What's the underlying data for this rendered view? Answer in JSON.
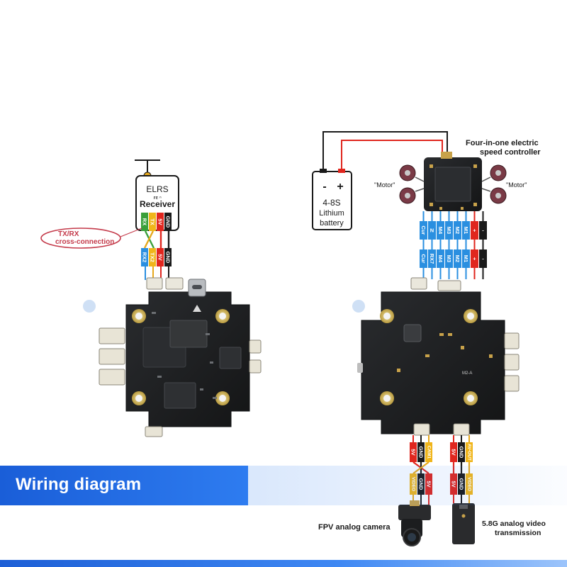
{
  "banner": {
    "title": "Wiring diagram"
  },
  "receiver": {
    "line1": "ELRS",
    "line2": "Receiver",
    "pins": [
      "RX",
      "TX",
      "5V",
      "GND"
    ],
    "fc_pins": [
      "RX2",
      "TX2",
      "5V",
      "GND"
    ]
  },
  "note": {
    "line1": "TX/RX",
    "line2": "cross-connection"
  },
  "battery": {
    "minus": "-",
    "plus": "+",
    "line1": "4-8S",
    "line2": "Lithium",
    "line3": "battery"
  },
  "esc": {
    "line1": "Four-in-one electric",
    "line2": "speed controller",
    "motor_left": "\"Motor\"",
    "motor_right": "\"Motor\"",
    "pins": [
      "Cur",
      "N",
      "M4",
      "M3",
      "M2",
      "M1",
      "+",
      "-"
    ],
    "fc_pins": [
      "Cur",
      "RX7",
      "M4",
      "M3",
      "M2",
      "M1",
      "+",
      "-"
    ]
  },
  "camera": {
    "fc_pins": [
      "5V",
      "GND",
      "CAM1"
    ],
    "dev_pins": [
      "VIDEO",
      "GND",
      "5V"
    ],
    "label": "FPV analog camera"
  },
  "vtx": {
    "fc_pins": [
      "5V",
      "GND",
      "AV-OUT"
    ],
    "dev_pins": [
      "5V",
      "GND",
      "VIDEO"
    ],
    "line1": "5.8G analog video",
    "line2": "transmission"
  },
  "colors": {
    "wire_red": "#e0261e",
    "wire_black": "#1a1a1a",
    "wire_yellow": "#f0b51a",
    "wire_blue": "#2a8fe0",
    "wire_green": "#3a9f3a",
    "pcb": "#1d1f21",
    "accent_blue": "#1a5ed8",
    "note_red": "#c43a4a"
  }
}
